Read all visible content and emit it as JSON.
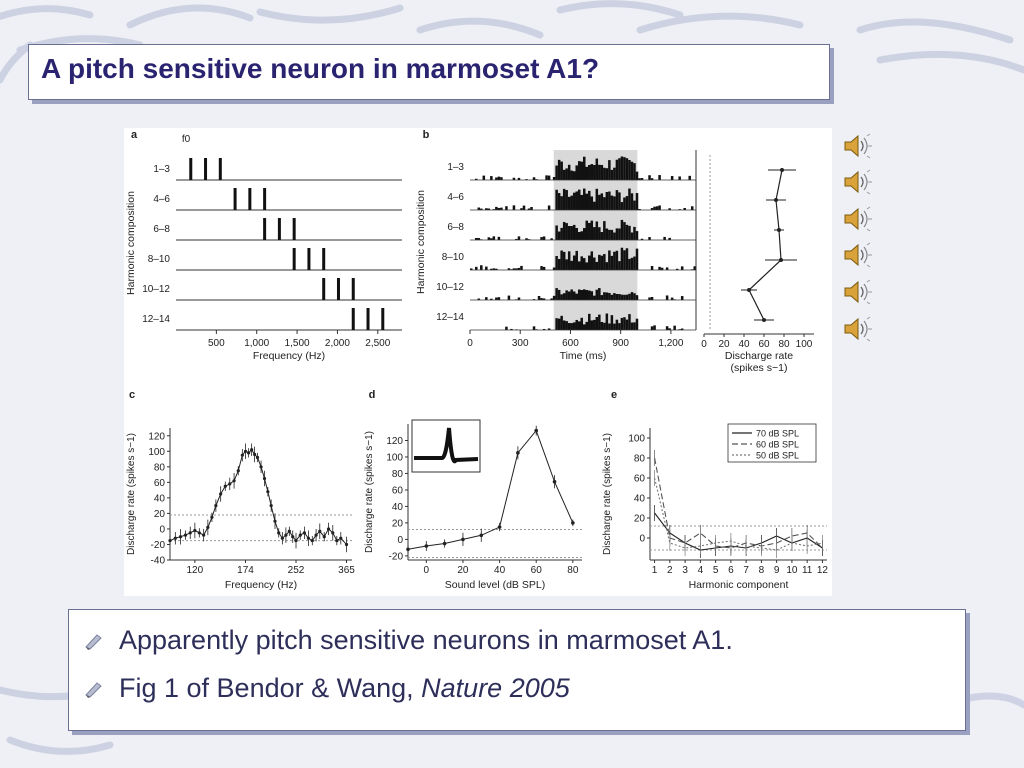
{
  "slide": {
    "title": "A pitch sensitive neuron in marmoset A1?",
    "bullets": [
      {
        "text": "Apparently pitch sensitive neurons in marmoset A1."
      },
      {
        "text_prefix": "Fig 1 of Bendor & Wang, ",
        "text_italic": "Nature 2005"
      }
    ]
  },
  "colors": {
    "title": "#2a2370",
    "bullet_text": "#2d2f5a",
    "background": "#eef0f6"
  },
  "icons": [
    "speaker-icon",
    "bullet-pencil-icon"
  ],
  "chart_data": [
    {
      "panel": "a",
      "type": "stimulus-schematic",
      "xlabel": "Frequency (Hz)",
      "ylabel": "Harmonic composition",
      "f0_label": "f0",
      "xticks": [
        500,
        1000,
        1500,
        2000,
        2500
      ],
      "xtick_labels": [
        "500",
        "1,000",
        "1,500",
        "2,000",
        "2,500"
      ],
      "xlim": [
        0,
        2800
      ],
      "rows": [
        "1–3",
        "4–6",
        "6–8",
        "8–10",
        "10–12",
        "12–14"
      ],
      "f0": 183,
      "harmonics": [
        [
          1,
          2,
          3
        ],
        [
          4,
          5,
          6
        ],
        [
          6,
          7,
          8
        ],
        [
          8,
          9,
          10
        ],
        [
          10,
          11,
          12
        ],
        [
          12,
          13,
          14
        ]
      ]
    },
    {
      "panel": "b",
      "type": "bar",
      "subtype": "raster-histogram",
      "xlabel": "Time (ms)",
      "ylabel": "Harmonic composition",
      "xticks": [
        0,
        300,
        600,
        900,
        1200
      ],
      "xtick_labels": [
        "0",
        "300",
        "600",
        "900",
        "1,200"
      ],
      "xlim": [
        0,
        1350
      ],
      "stimulus_window": [
        500,
        1000
      ],
      "rows": [
        "1–3",
        "4–6",
        "6–8",
        "8–10",
        "10–12",
        "12–14"
      ]
    },
    {
      "panel": "b-right",
      "type": "line",
      "xlabel": "Discharge rate",
      "xlabel2": "(spikes s−1)",
      "xticks": [
        0,
        20,
        40,
        60,
        80,
        100
      ],
      "xlim": [
        0,
        110
      ],
      "rows": [
        "1–3",
        "4–6",
        "6–8",
        "8–10",
        "10–12",
        "12–14"
      ],
      "values": [
        78,
        72,
        75,
        77,
        45,
        60
      ],
      "errors": [
        14,
        10,
        5,
        16,
        8,
        10
      ]
    },
    {
      "panel": "c",
      "type": "line",
      "xlabel": "Frequency (Hz)",
      "ylabel": "Discharge rate (spikes s−1)",
      "xtick_labels": [
        "120",
        "174",
        "252",
        "365"
      ],
      "xtick_values": [
        120,
        174,
        252,
        365
      ],
      "yticks": [
        -40,
        -20,
        0,
        20,
        40,
        60,
        80,
        100,
        120
      ],
      "ylim": [
        -40,
        130
      ],
      "x": [
        100,
        104,
        108,
        112,
        116,
        120,
        124,
        128,
        132,
        136,
        140,
        145,
        150,
        155,
        160,
        165,
        170,
        174,
        178,
        182,
        186,
        190,
        195,
        200,
        205,
        210,
        216,
        222,
        228,
        234,
        240,
        246,
        252,
        260,
        268,
        276,
        284,
        292,
        300,
        310,
        320,
        330,
        340,
        350,
        365
      ],
      "y": [
        -15,
        -12,
        -10,
        -8,
        -5,
        -2,
        -5,
        -8,
        2,
        15,
        30,
        45,
        55,
        58,
        62,
        75,
        95,
        100,
        98,
        102,
        96,
        92,
        80,
        65,
        48,
        30,
        10,
        -5,
        -12,
        -8,
        -3,
        -10,
        -15,
        -8,
        -5,
        -12,
        -15,
        -8,
        -3,
        -10,
        0,
        -5,
        -15,
        -12,
        -20
      ],
      "baseline_dotted": [
        18,
        -15
      ]
    },
    {
      "panel": "d",
      "type": "line",
      "xlabel": "Sound level (dB SPL)",
      "ylabel": "Discharge rate (spikes s−1)",
      "xticks": [
        0,
        20,
        40,
        60,
        80
      ],
      "xlim": [
        -10,
        85
      ],
      "yticks": [
        -20,
        0,
        20,
        40,
        60,
        80,
        100,
        120
      ],
      "ylim": [
        -25,
        140
      ],
      "x": [
        -10,
        0,
        10,
        20,
        30,
        40,
        50,
        60,
        70,
        80
      ],
      "y": [
        -12,
        -8,
        -5,
        0,
        5,
        15,
        105,
        132,
        70,
        20
      ],
      "errors": [
        5,
        6,
        5,
        8,
        8,
        5,
        8,
        6,
        8,
        4
      ],
      "baseline_dotted": [
        12,
        -22
      ]
    },
    {
      "panel": "e",
      "type": "line",
      "xlabel": "Harmonic component",
      "ylabel": "Discharge rate (spikes s−1)",
      "xticks": [
        1,
        2,
        3,
        4,
        5,
        6,
        7,
        8,
        9,
        10,
        11,
        12
      ],
      "xlim": [
        0.7,
        12.3
      ],
      "yticks": [
        0,
        20,
        40,
        60,
        80,
        100
      ],
      "ylim": [
        -22,
        110
      ],
      "series": [
        {
          "name": "70 dB SPL",
          "values": [
            25,
            5,
            -5,
            -12,
            -10,
            -8,
            -10,
            -5,
            2,
            -5,
            0,
            -10
          ]
        },
        {
          "name": "60 dB SPL",
          "values": [
            80,
            0,
            -5,
            5,
            -8,
            -10,
            -5,
            -8,
            -5,
            2,
            5,
            -10
          ]
        },
        {
          "name": "50 dB SPL",
          "values": [
            60,
            -5,
            -10,
            -8,
            -5,
            -3,
            -8,
            -10,
            -12,
            -5,
            -8,
            -5
          ]
        }
      ],
      "baseline_dotted": [
        12,
        -12
      ]
    }
  ]
}
